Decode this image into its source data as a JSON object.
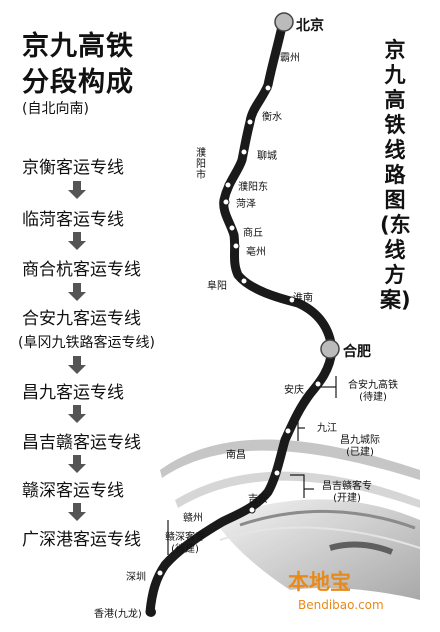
{
  "left_panel": {
    "title_line1": "京九高铁",
    "title_line2": "分段构成",
    "subtitle": "(自北向南)",
    "segments": [
      {
        "label": "京衡客运专线"
      },
      {
        "label": "临菏客运专线"
      },
      {
        "label": "商合杭客运专线"
      },
      {
        "label": "合安九客运专线"
      },
      {
        "label": "昌九客运专线"
      },
      {
        "label": "昌吉赣客运专线"
      },
      {
        "label": "赣深客运专线"
      },
      {
        "label": "广深港客运专线"
      }
    ],
    "segment_note": "(阜冈九铁路客运专线)"
  },
  "map_title": "京九高铁线路图(东线方案)",
  "cities": {
    "beijing": "北京",
    "bazhou": "霸州",
    "hengshui": "衡水",
    "liaocheng": "聊城",
    "puyang_city": "濮阳市",
    "puyang_east": "濮阳东",
    "heze": "菏泽",
    "shangqiu": "商丘",
    "bozhou": "亳州",
    "fuyang": "阜阳",
    "huainan": "淮南",
    "hefei": "合肥",
    "anqing": "安庆",
    "jiujiang": "九江",
    "nanchang": "南昌",
    "jian": "吉安",
    "ganzhou": "赣州",
    "shenzhen": "深圳",
    "hongkong": "香港(九龙)"
  },
  "annotations": {
    "hean": [
      "合安九高铁",
      "(待建)"
    ],
    "changjiu": [
      "昌九城际",
      "(已建)"
    ],
    "changjigan": [
      "昌吉赣客专",
      "(开建)"
    ],
    "ganshen": [
      "赣深客专",
      "(待建)"
    ]
  },
  "watermark": {
    "brand": "本地宝",
    "url": "Bendibao.com"
  },
  "colors": {
    "line": "#1a1a1a",
    "station": "#ffffff",
    "watermark": "#e88a1a"
  }
}
